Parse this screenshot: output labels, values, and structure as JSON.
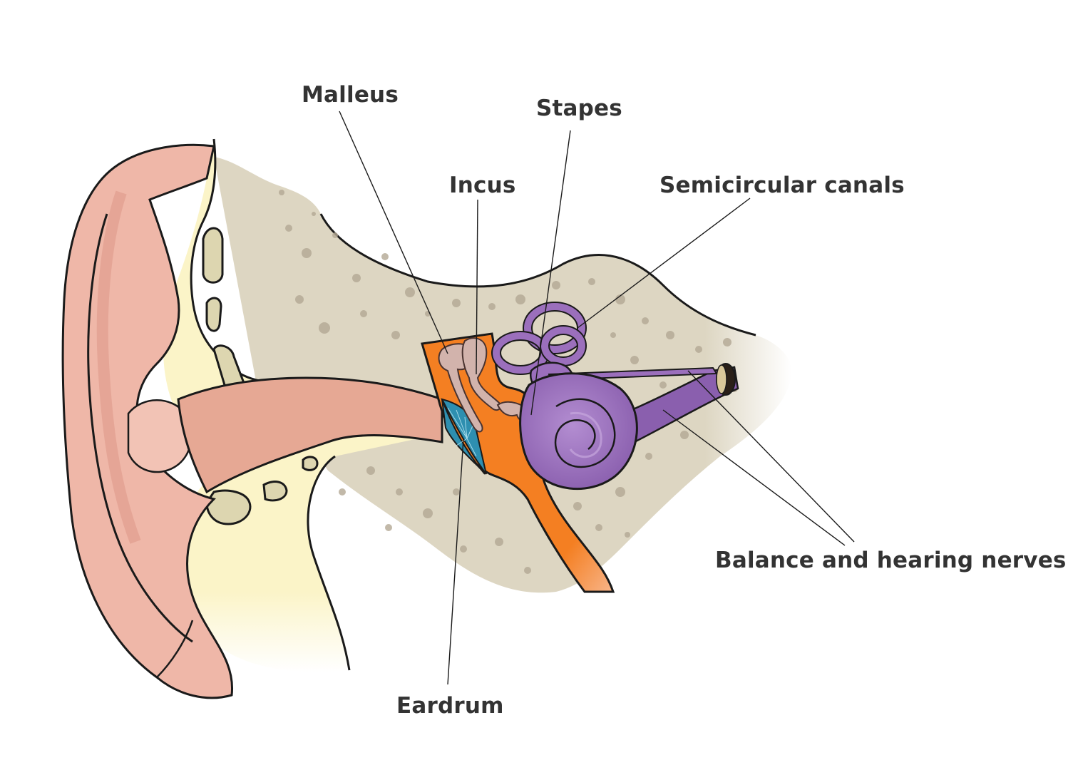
{
  "diagram": {
    "labels": {
      "malleus": "Malleus",
      "stapes": "Stapes",
      "incus": "Incus",
      "semicircular_canals": "Semicircular canals",
      "nerves": "Balance and hearing nerves",
      "eardrum": "Eardrum"
    },
    "colors": {
      "background": "#ffffff",
      "outer_ear": "#efb7a8",
      "skin_shadow": "#dd9a8b",
      "cartilage": "#fbf4c8",
      "bone_tissue": "#ddd6c2",
      "bone_speckle": "#b3a894",
      "ear_canal": "#e6a894",
      "middle_ear_cavity": "#f47f22",
      "eardrum": "#2e8fb0",
      "ossicles": "#d2b3ac",
      "inner_ear": "#9b6fbc",
      "label_text": "#333333",
      "outline": "#1a1a1a"
    }
  }
}
